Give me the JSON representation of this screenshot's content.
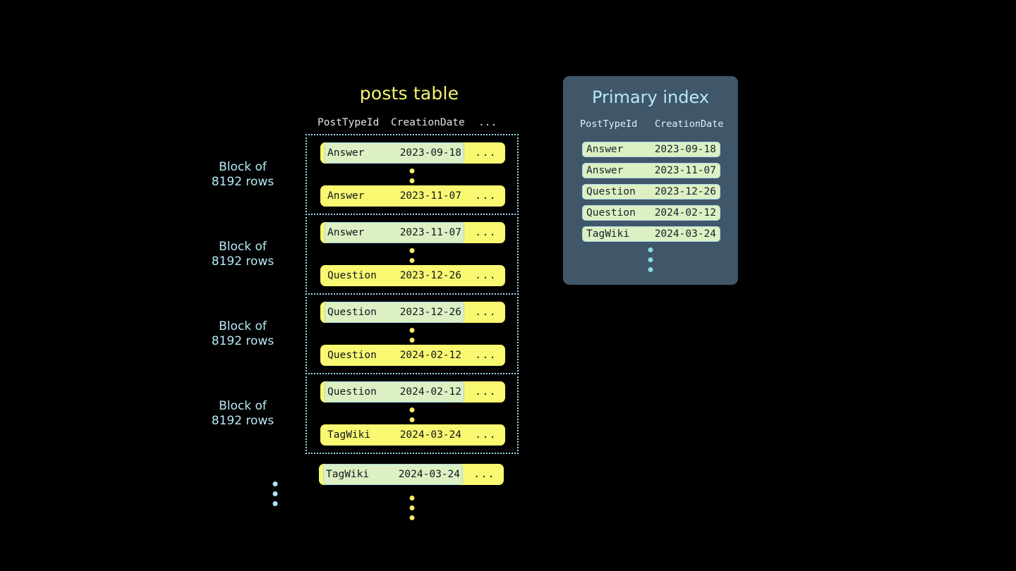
{
  "posts": {
    "title": "posts table",
    "columns": {
      "type": "PostTypeId",
      "date": "CreationDate",
      "more": "..."
    },
    "block_label": "Block of\n8192 rows",
    "row_more": "...",
    "blocks": [
      {
        "label": "Block of\n8192 rows",
        "first": {
          "type": "Answer",
          "date": "2023-09-18",
          "more": "...",
          "highlighted": true
        },
        "last": {
          "type": "Answer",
          "date": "2023-11-07",
          "more": "...",
          "highlighted": false
        }
      },
      {
        "label": "Block of\n8192 rows",
        "first": {
          "type": "Answer",
          "date": "2023-11-07",
          "more": "...",
          "highlighted": true
        },
        "last": {
          "type": "Question",
          "date": "2023-12-26",
          "more": "...",
          "highlighted": false
        }
      },
      {
        "label": "Block of\n8192 rows",
        "first": {
          "type": "Question",
          "date": "2023-12-26",
          "more": "...",
          "highlighted": true
        },
        "last": {
          "type": "Question",
          "date": "2024-02-12",
          "more": "...",
          "highlighted": false
        }
      },
      {
        "label": "Block of\n8192 rows",
        "first": {
          "type": "Question",
          "date": "2024-02-12",
          "more": "...",
          "highlighted": true
        },
        "last": {
          "type": "TagWiki",
          "date": "2024-03-24",
          "more": "...",
          "highlighted": false
        }
      }
    ],
    "trailing_row": {
      "type": "TagWiki",
      "date": "2024-03-24",
      "more": "...",
      "highlighted": true
    }
  },
  "index": {
    "title": "Primary index",
    "columns": {
      "type": "PostTypeId",
      "date": "CreationDate"
    },
    "rows": [
      {
        "type": "Answer",
        "date": "2023-09-18"
      },
      {
        "type": "Answer",
        "date": "2023-11-07"
      },
      {
        "type": "Question",
        "date": "2023-12-26"
      },
      {
        "type": "Question",
        "date": "2024-02-12"
      },
      {
        "type": "TagWiki",
        "date": "2024-03-24"
      }
    ]
  },
  "colors": {
    "background": "#000000",
    "row_yellow": "#f8f871",
    "highlight_green": "#ddf0c3",
    "highlight_border": "#a9d8e8",
    "panel_slate": "#40576a",
    "accent_cyan": "#b7e8f6",
    "title_yellow": "#f4f471",
    "dot_yellow": "#f3e96b"
  }
}
